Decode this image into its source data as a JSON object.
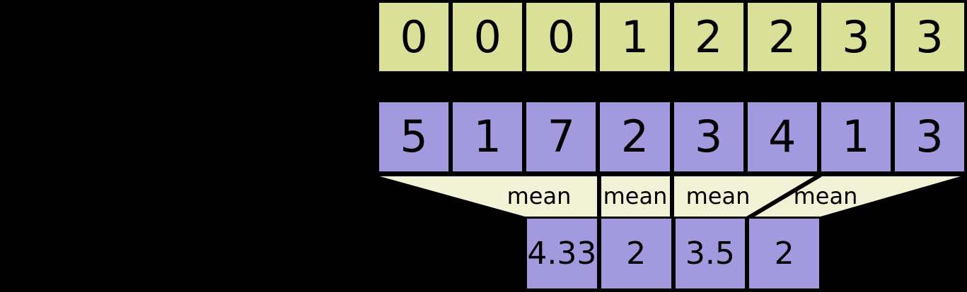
{
  "colors": {
    "background": "#000000",
    "segmentRow": "#dbe098",
    "dataRow": "#a299de",
    "funnel": "#f1f2d6",
    "textColor": "#000000"
  },
  "segment_ids_row": {
    "cells": [
      "0",
      "0",
      "0",
      "1",
      "2",
      "2",
      "3",
      "3"
    ]
  },
  "data_row": {
    "cells": [
      "5",
      "1",
      "7",
      "2",
      "3",
      "4",
      "1",
      "3"
    ]
  },
  "operations": {
    "labels": [
      "mean",
      "mean",
      "mean",
      "mean"
    ]
  },
  "output_row": {
    "cells": [
      "4.33",
      "2",
      "3.5",
      "2"
    ]
  }
}
